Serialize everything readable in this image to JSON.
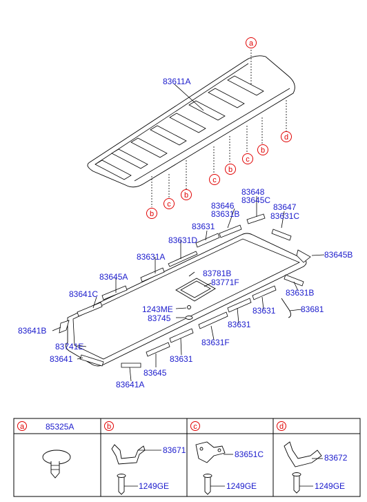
{
  "colors": {
    "part_number": "#1a1acc",
    "callout": "#e00000",
    "lines": "#000000"
  },
  "labels": {
    "p83611A": "83611A",
    "p83648": "83648",
    "p83645C": "83645C",
    "p83646": "83646",
    "p83647": "83647",
    "p83631B_top": "83631B",
    "p83631C": "83631C",
    "p83631_a": "83631",
    "p83645B": "83645B",
    "p83631D": "83631D",
    "p83631A": "83631A",
    "p83781B": "83781B",
    "p83771F": "83771F",
    "p83645A": "83645A",
    "p83641C": "83641C",
    "p83631B_right": "83631B",
    "p1243ME": "1243ME",
    "p83745": "83745",
    "p83631_b": "83631",
    "p83681": "83681",
    "p83631_c": "83631",
    "p83641B": "83641B",
    "p83741E": "83741E",
    "p83631F": "83631F",
    "p83641": "83641",
    "p83631_d": "83631",
    "p83645": "83645",
    "p83641A": "83641A"
  },
  "callouts": {
    "a": "a",
    "b": "b",
    "c": "c",
    "d": "d"
  },
  "legend_table": {
    "cells": [
      {
        "key": "a",
        "part": "85325A"
      },
      {
        "key": "b",
        "part": "83671",
        "screw": "1249GE"
      },
      {
        "key": "c",
        "part": "83651C",
        "screw": "1249GE"
      },
      {
        "key": "d",
        "part": "83672",
        "screw": "1249GE"
      }
    ]
  }
}
